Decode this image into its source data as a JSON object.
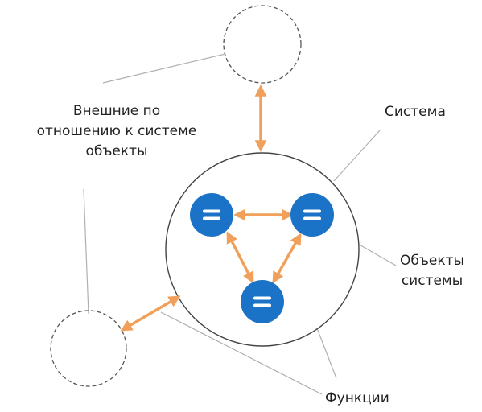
{
  "labels": {
    "external_objects": "Внешние по\nотношению к системе\nобъекты",
    "system": "Система",
    "system_objects": "Объекты\nсистемы",
    "functions": "Функции"
  },
  "colors": {
    "arrow": "#f0a05a",
    "object_fill": "#1a73c6",
    "outline": "#444444",
    "dashed_outline": "#555555",
    "leader_line": "#b0b0b0"
  },
  "icons": {
    "system_object": "equals-sign-circle"
  }
}
